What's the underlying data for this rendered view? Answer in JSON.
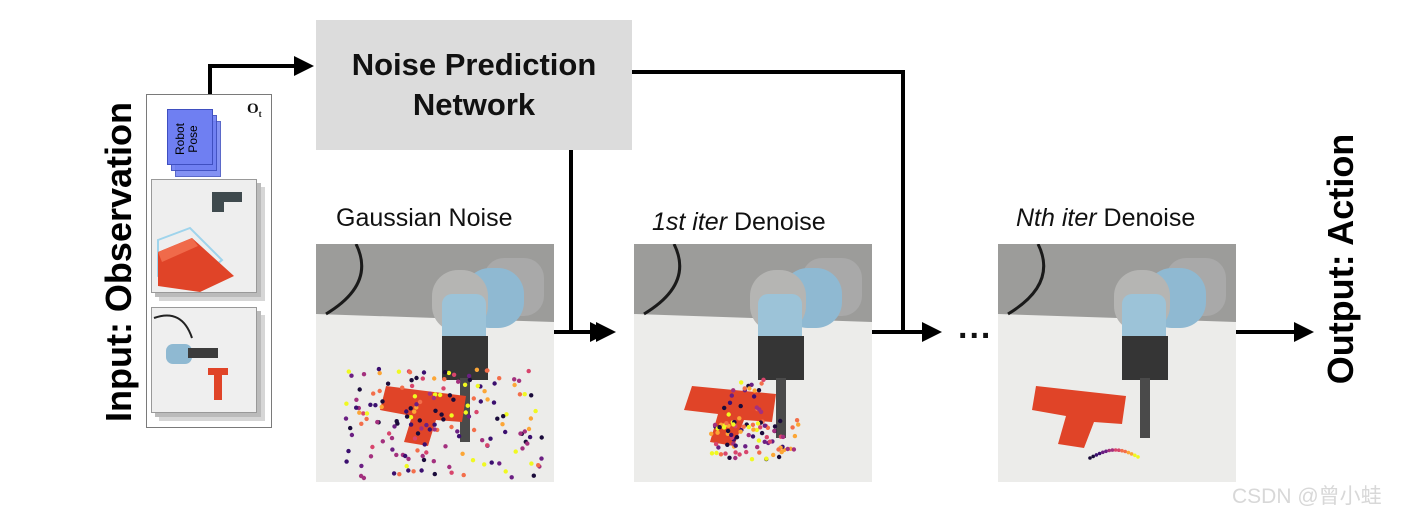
{
  "input_label": "Input: Observation",
  "output_label": "Output: Action",
  "network": {
    "line1": "Noise Prediction",
    "line2": "Network"
  },
  "observation": {
    "symbol": "O",
    "subscript": "t",
    "pose_line1": "Robot",
    "pose_line2": "Pose"
  },
  "stages": [
    {
      "caption_plain": "Gaussian Noise",
      "caption_italic": "",
      "caption_rest": ""
    },
    {
      "caption_plain": "",
      "caption_italic": "1st iter",
      "caption_rest": " Denoise"
    },
    {
      "caption_plain": "",
      "caption_italic": "Nth iter",
      "caption_rest": " Denoise"
    }
  ],
  "ellipsis": "...",
  "watermark": "CSDN @曾小蛙",
  "colors": {
    "network_box": "#dcdcdc",
    "pose_blue": "#6f7ff2",
    "t_block": "#e8462c",
    "arrow": "#000000"
  }
}
